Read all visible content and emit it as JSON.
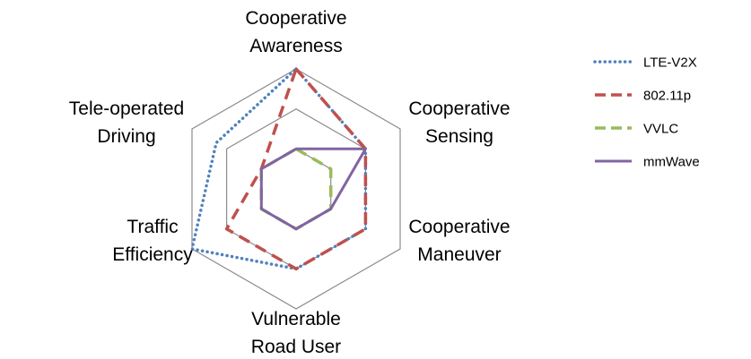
{
  "chart_data": {
    "type": "radar",
    "axes": [
      [
        "Cooperative",
        "Awareness"
      ],
      [
        "Cooperative",
        "Sensing"
      ],
      [
        "Cooperative",
        "Maneuver"
      ],
      [
        "Vulnerable",
        "Road User"
      ],
      [
        "Traffic",
        "Efficiency"
      ],
      [
        "Tele-operated",
        "Driving"
      ]
    ],
    "range": [
      0,
      3
    ],
    "rings": [
      1,
      2,
      3
    ],
    "grid": true,
    "legend_position": "right",
    "series": [
      {
        "name": "LTE-V2X",
        "color": "#4f81bd",
        "dash": "dotted",
        "values": [
          3,
          2,
          2,
          2,
          3,
          2.3
        ]
      },
      {
        "name": "802.11p",
        "color": "#c0504d",
        "dash": "dashed",
        "values": [
          3,
          2,
          2,
          2,
          2,
          1
        ]
      },
      {
        "name": "VVLC",
        "color": "#9bbb59",
        "dash": "dashed",
        "values": [
          1,
          1,
          1,
          1,
          1,
          1
        ]
      },
      {
        "name": "mmWave",
        "color": "#8064a2",
        "dash": "solid",
        "values": [
          1,
          2,
          1,
          1,
          1,
          1
        ]
      }
    ]
  }
}
